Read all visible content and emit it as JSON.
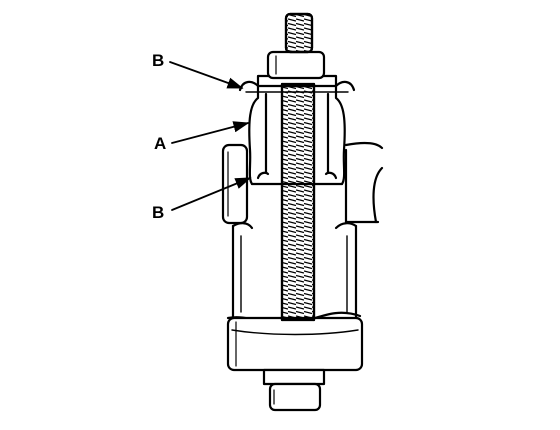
{
  "labels": {
    "b_top": "B",
    "a": "A",
    "b_bottom": "B"
  }
}
